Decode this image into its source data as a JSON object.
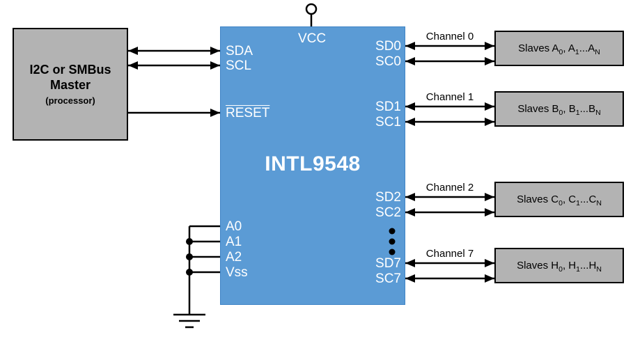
{
  "colors": {
    "chip_fill": "#5b9bd5",
    "chip_border": "#3f84c6",
    "box_fill": "#b3b3b3",
    "box_border": "#000000",
    "wire": "#000000",
    "chip_text": "#ffffff"
  },
  "master": {
    "line1": "I2C or SMBus",
    "line2": "Master",
    "line3": "(processor)"
  },
  "chip": {
    "title": "INTL9548",
    "pins": {
      "vcc": "VCC",
      "sda": "SDA",
      "scl": "SCL",
      "reset": "RESET",
      "a0": "A0",
      "a1": "A1",
      "a2": "A2",
      "vss": "Vss"
    },
    "ellipsis_dots": 3
  },
  "channels": [
    {
      "label": "Channel 0",
      "sd": "SD0",
      "sc": "SC0",
      "slave_parts": [
        {
          "t": "Slaves A"
        },
        {
          "t": "0",
          "sub": true
        },
        {
          "t": ", A"
        },
        {
          "t": "1",
          "sub": true
        },
        {
          "t": "...A"
        },
        {
          "t": "N",
          "sub": true
        }
      ]
    },
    {
      "label": "Channel 1",
      "sd": "SD1",
      "sc": "SC1",
      "slave_parts": [
        {
          "t": "Slaves B"
        },
        {
          "t": "0",
          "sub": true
        },
        {
          "t": ", B"
        },
        {
          "t": "1",
          "sub": true
        },
        {
          "t": "...B"
        },
        {
          "t": "N",
          "sub": true
        }
      ]
    },
    {
      "label": "Channel 2",
      "sd": "SD2",
      "sc": "SC2",
      "slave_parts": [
        {
          "t": "Slaves C"
        },
        {
          "t": "0",
          "sub": true
        },
        {
          "t": ", C"
        },
        {
          "t": "1",
          "sub": true
        },
        {
          "t": "...C"
        },
        {
          "t": "N",
          "sub": true
        }
      ]
    },
    {
      "label": "Channel 7",
      "sd": "SD7",
      "sc": "SC7",
      "slave_parts": [
        {
          "t": "Slaves H"
        },
        {
          "t": "0",
          "sub": true
        },
        {
          "t": ", H"
        },
        {
          "t": "1",
          "sub": true
        },
        {
          "t": "...H"
        },
        {
          "t": "N",
          "sub": true
        }
      ]
    }
  ]
}
